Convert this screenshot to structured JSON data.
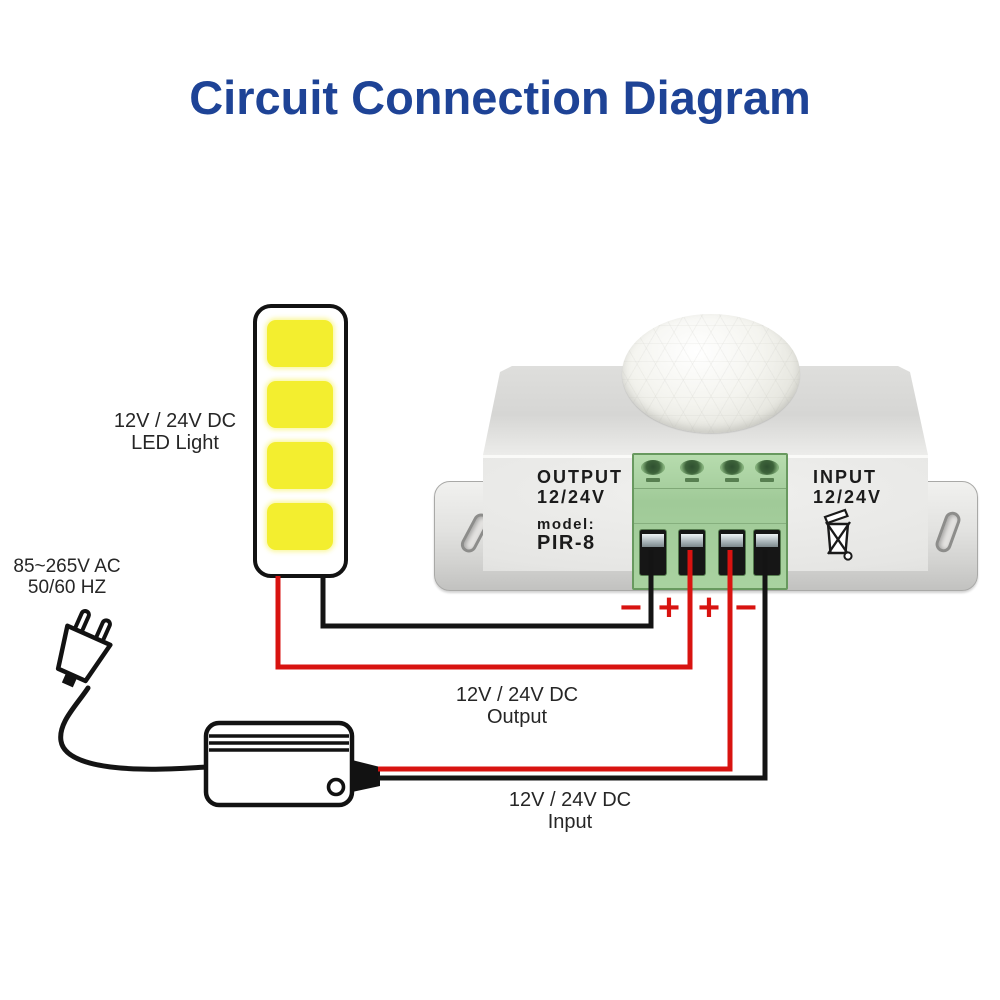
{
  "title": "Circuit Connection Diagram",
  "labels": {
    "led_light": {
      "line1": "12V / 24V DC",
      "line2": "LED Light"
    },
    "mains": {
      "line1": "85~265V AC",
      "line2": "50/60 HZ"
    },
    "dc_output": {
      "line1": "12V / 24V DC",
      "line2": "Output"
    },
    "dc_input": {
      "line1": "12V / 24V DC",
      "line2": "Input"
    }
  },
  "module": {
    "output_label": {
      "line1": "OUTPUT",
      "line2": "12/24V"
    },
    "model_label": {
      "line1": "model:",
      "line2": "PIR-8"
    },
    "input_label": {
      "line1": "INPUT",
      "line2": "12/24V"
    },
    "terminal_count": 4
  },
  "polarity_marks": [
    "−",
    "+",
    "+",
    "−"
  ],
  "icons": {
    "weee": "weee-crossed-out-bin-icon",
    "pir_dome": "pir-dome-lens-icon",
    "plug": "ac-plug-icon"
  },
  "colors": {
    "title_blue": "#1e4396",
    "wire_red": "#d81310",
    "wire_black": "#141414",
    "led_yellow": "#f3ee2f",
    "terminal_green": "#a5cf9c",
    "module_gray": "#e6e6e4"
  }
}
